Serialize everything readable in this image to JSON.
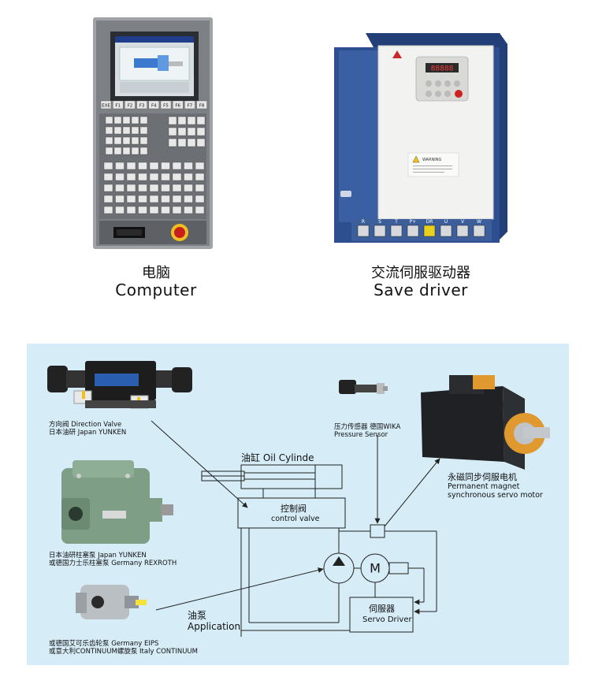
{
  "top": {
    "computer": {
      "label_cn": "电脑",
      "label_en": "Computer"
    },
    "driver": {
      "label_cn": "交流伺服驱动器",
      "label_en": "Save driver"
    }
  },
  "controller_panel": {
    "function_keys": [
      "EXE",
      "F1",
      "F2",
      "F3",
      "F4",
      "F5",
      "F6",
      "F7",
      "F8"
    ]
  },
  "drive_display": "88888",
  "drive_warning": "WARNING",
  "drive_terminals": [
    "R",
    "S",
    "T",
    "P+",
    "DR",
    "U",
    "V",
    "W"
  ],
  "diagram": {
    "direction_valve": {
      "line1": "方向阀  Direction Valve",
      "line2": "日本油研  Japan YUNKEN"
    },
    "pressure_sensor": {
      "line1": "压力传感器  德国WIKA",
      "line2": "Pressure Sensor"
    },
    "servo_motor": {
      "line1": "永磁同步伺服电机",
      "line2": "Permanent magnet",
      "line3": "synchronous servo motor"
    },
    "pump": {
      "line1": "日本油研柱塞泵  Japan YUNKEN",
      "line2": "或德国力士乐柱塞泵  Germany REXROTH"
    },
    "gear_pump": {
      "line1": "或德国艾可乐齿轮泵  Germany EIPS",
      "line2": "或意大利CONTINUUM螺旋泵  Italy CONTINUUM"
    },
    "oil_cylinder": "油缸  Oil Cylinde",
    "control_valve": {
      "cn": "控制阀",
      "en": "control valve"
    },
    "oil_pump": {
      "cn": "油泵",
      "en": "Application"
    },
    "servo_driver": {
      "cn": "伺服器",
      "en": "Servo Driver"
    },
    "motor_letter": "M"
  },
  "colors": {
    "panel_bg": "#d6ecf7",
    "driver_blue": "#2e4f8f",
    "pump_green": "#7e9e86",
    "flange_orange": "#e0992f"
  }
}
